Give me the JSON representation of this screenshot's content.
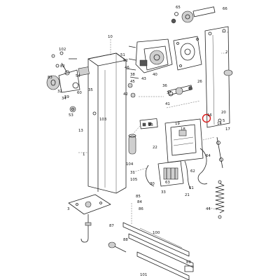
{
  "callouts": [
    "65",
    "66",
    "1",
    "2",
    "3",
    "5",
    "10",
    "13",
    "14",
    "16",
    "17",
    "18",
    "19",
    "20",
    "21",
    "22",
    "23",
    "26",
    "30",
    "31",
    "32",
    "33",
    "34",
    "35",
    "36",
    "37",
    "38",
    "40",
    "41",
    "42",
    "43",
    "44",
    "45",
    "46",
    "51",
    "52",
    "53",
    "54",
    "59",
    "60",
    "61",
    "62",
    "63",
    "64",
    "82",
    "83",
    "84",
    "85",
    "86",
    "87",
    "88",
    "89",
    "100",
    "101",
    "102",
    "103",
    "104",
    "105"
  ],
  "highlight": {
    "color": "#d81b1b"
  }
}
